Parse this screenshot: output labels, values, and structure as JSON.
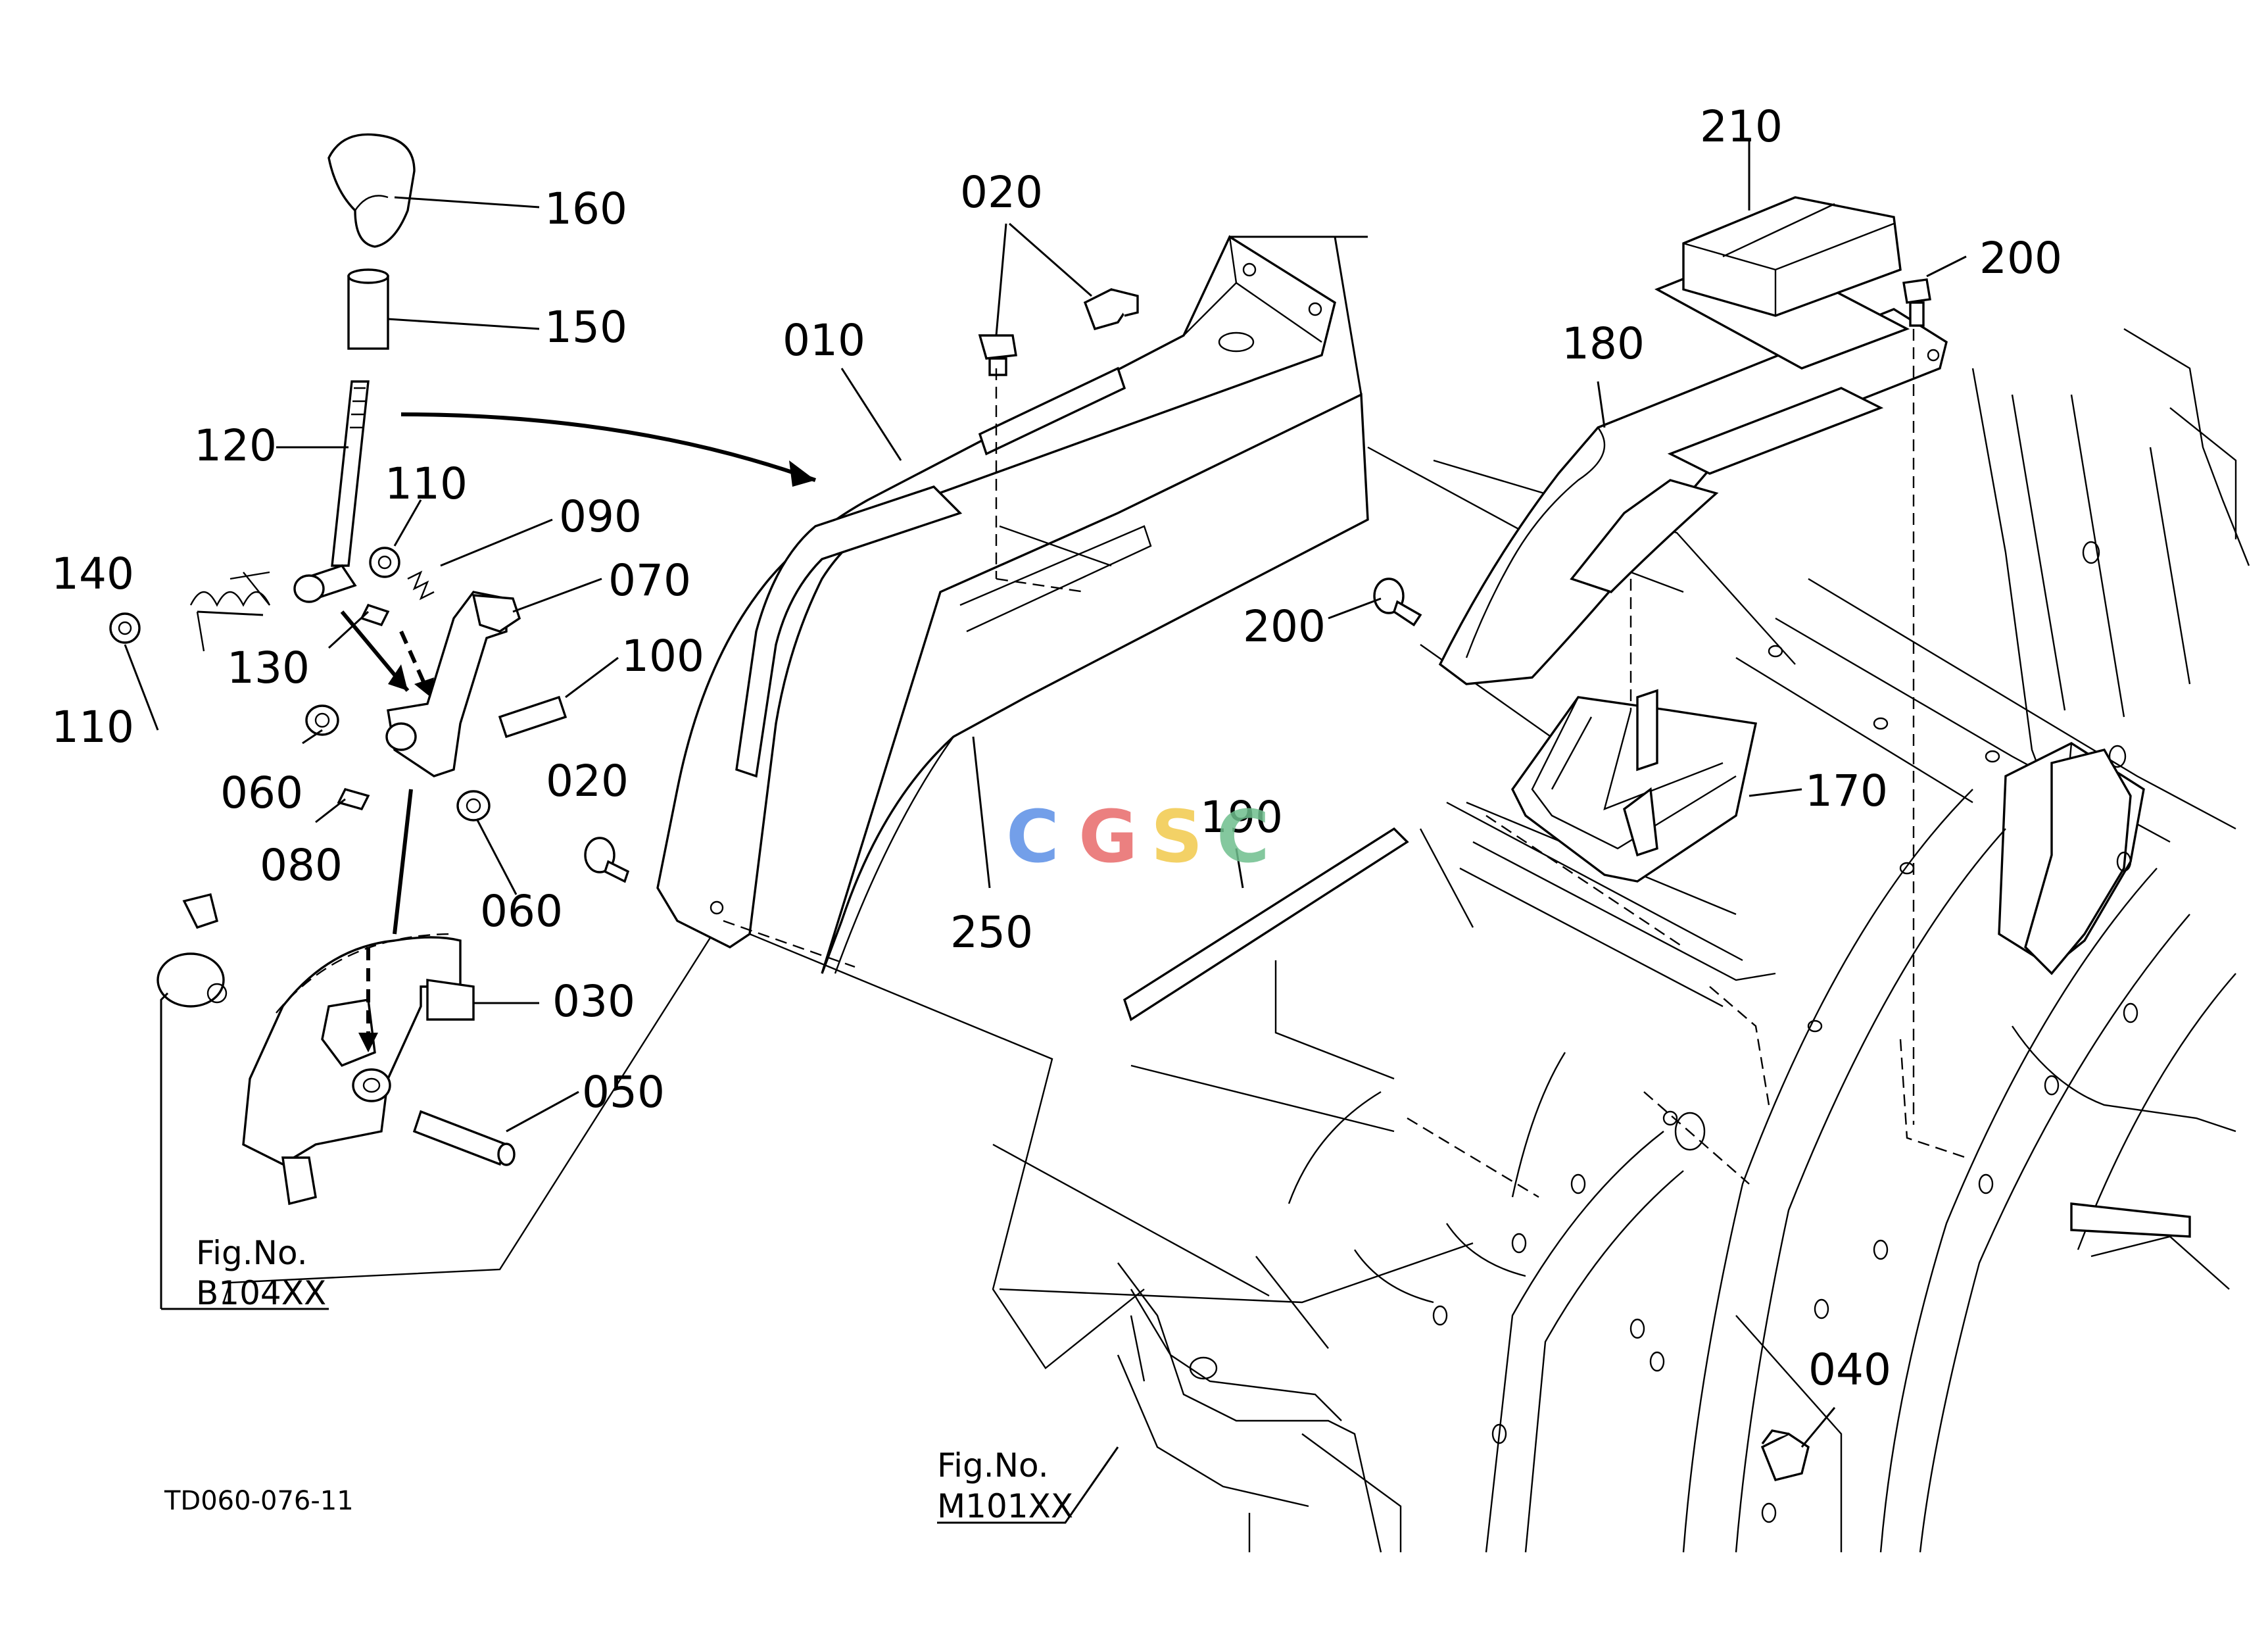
{
  "part_labels": {
    "p010": "010",
    "p020_top": "020",
    "p020_mid": "020",
    "p030": "030",
    "p040": "040",
    "p050": "050",
    "p060_a": "060",
    "p060_b": "060",
    "p070": "070",
    "p080": "080",
    "p090": "090",
    "p100": "100",
    "p110_a": "110",
    "p110_b": "110",
    "p120": "120",
    "p130": "130",
    "p140": "140",
    "p150": "150",
    "p160": "160",
    "p170": "170",
    "p180": "180",
    "p190": "190",
    "p200_a": "200",
    "p200_b": "200",
    "p210": "210",
    "p250": "250"
  },
  "figure_refs": {
    "b104": {
      "prefix": "Fig.No.",
      "number": "B104XX"
    },
    "m101": {
      "prefix": "Fig.No.",
      "number": "M101XX"
    }
  },
  "drawing_code": "TD060-076-11",
  "watermark": {
    "letters": [
      "C",
      "G",
      "S",
      "C"
    ],
    "colors": [
      "#5b8fe6",
      "#e86b6b",
      "#f2c94c",
      "#6fbf8e"
    ]
  }
}
